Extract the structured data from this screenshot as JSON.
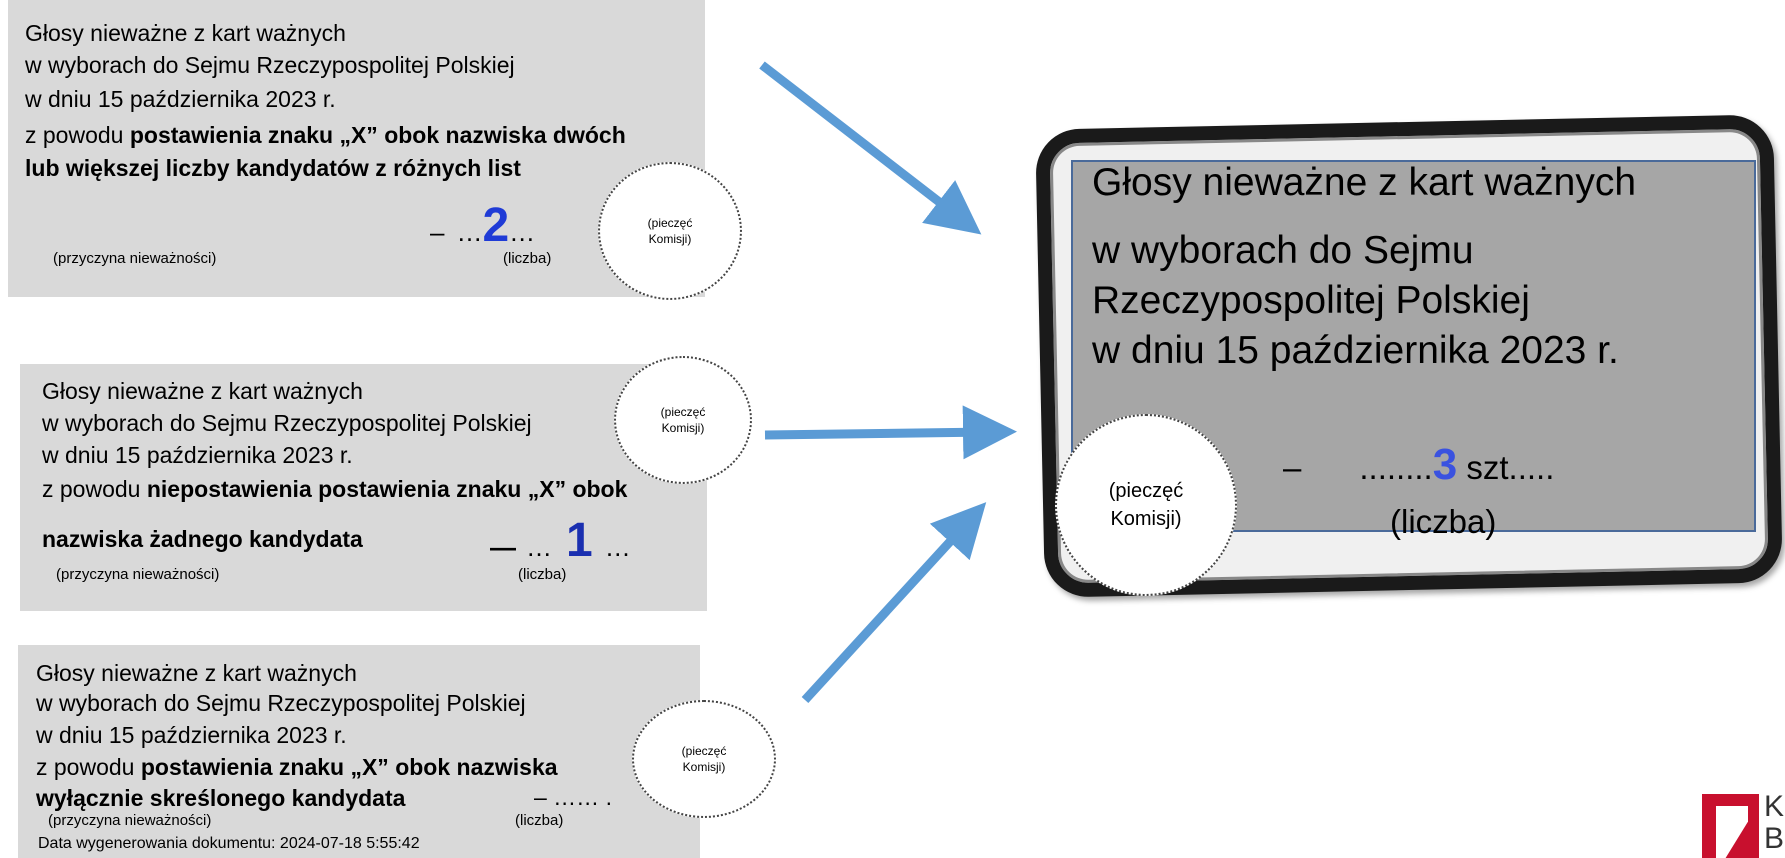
{
  "card1": {
    "l1": "Głosy nieważne z kart ważnych",
    "l2": "w wyborach do Sejmu Rzeczypospolitej Polskiej",
    "l3": "w dniu 15 października 2023 r.",
    "l4_pre": "z powodu ",
    "l4_bold": "postawienia znaku „X” obok nazwiska dwóch",
    "l5_bold": "lub większej liczby kandydatów z różnych list",
    "dash": "–",
    "dots_before": "…",
    "number": "2",
    "dots_after": "…",
    "reason_caption": "(przyczyna nieważności)",
    "count_caption": "(liczba)",
    "stamp_1": "(pieczęć",
    "stamp_2": "Komisji)"
  },
  "card2": {
    "l1": "Głosy nieważne z kart ważnych",
    "l2": "w wyborach do Sejmu Rzeczypospolitej Polskiej",
    "l3": "w dniu 15 października 2023 r.",
    "l4_pre": "z powodu ",
    "l4_bold": "niepostawienia postawienia znaku „X” obok",
    "l5_bold": "nazwiska żadnego kandydata",
    "dash": "—",
    "dots_before": "…",
    "number": "1",
    "dots_after": "…",
    "reason_caption": "(przyczyna nieważności)",
    "count_caption": "(liczba)",
    "stamp_1": "(pieczęć",
    "stamp_2": "Komisji)"
  },
  "card3": {
    "l1": "Głosy nieważne z kart ważnych",
    "l2": "w wyborach do Sejmu Rzeczypospolitej Polskiej",
    "l3": "w dniu 15 października 2023 r.",
    "l4_pre": "z powodu ",
    "l4_bold": "postawienia znaku „X” obok nazwiska",
    "l5_bold": "wyłącznie skreślonego kandydata",
    "count_line": "– …… .",
    "reason_caption": "(przyczyna nieważności)",
    "count_caption": "(liczba)",
    "generated": "Data wygenerowania dokumentu: 2024-07-18 5:55:42",
    "stamp_1": "(pieczęć",
    "stamp_2": "Komisji)"
  },
  "summary": {
    "l1": "Głosy nieważne z kart ważnych",
    "l2": "w wyborach do Sejmu",
    "l3": "Rzeczypospolitej Polskiej",
    "l4": "w dniu 15 października 2023 r.",
    "dash": "–",
    "dots_before": "........",
    "number": "3",
    "unit": " szt.....",
    "count_caption": "(liczba)",
    "stamp_1": "(pieczęć",
    "stamp_2": "Komisji)"
  },
  "logo": {
    "text_1": "Krajo",
    "text_2": "Biuro"
  },
  "colors": {
    "arrow": "#5b9bd5",
    "number": "#1f3bd6",
    "logo_red": "#c8102e"
  }
}
